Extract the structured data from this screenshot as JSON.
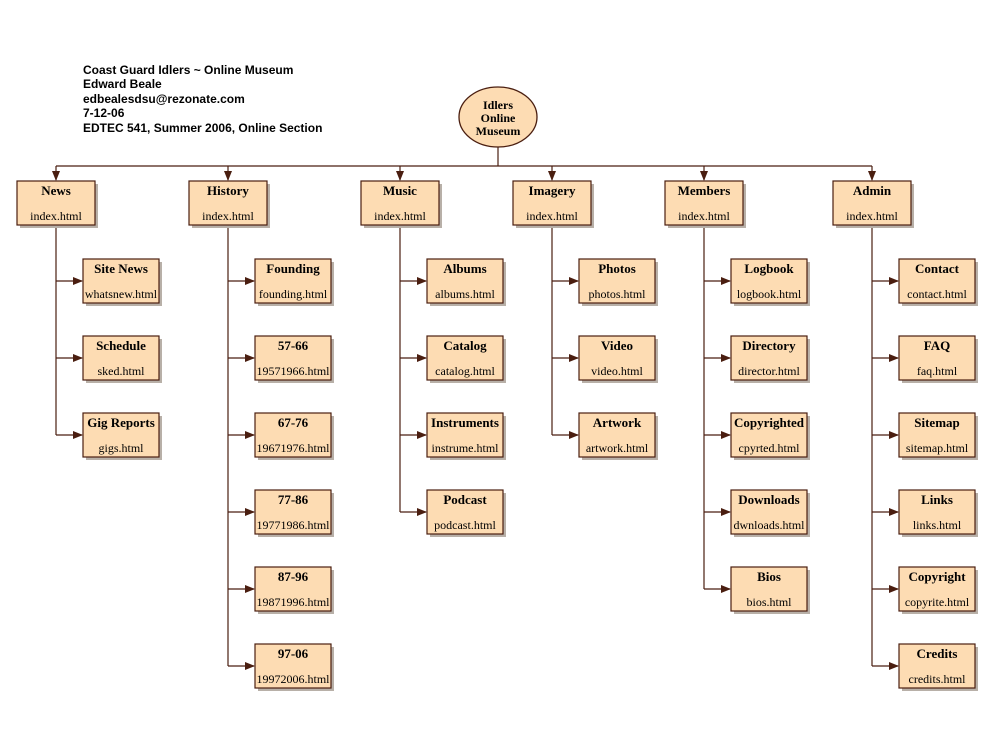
{
  "header": {
    "lines": [
      "Coast Guard Idlers ~ Online Museum",
      "Edward Beale",
      "edbealesdsu@rezonate.com",
      "7-12-06",
      "EDTEC 541, Summer 2006, Online Section"
    ]
  },
  "root": {
    "lines": [
      "Idlers",
      "Online",
      "Museum"
    ]
  },
  "sections": [
    {
      "title": "News",
      "file": "index.html",
      "children": [
        {
          "title": "Site News",
          "file": "whatsnew.html"
        },
        {
          "title": "Schedule",
          "file": "sked.html"
        },
        {
          "title": "Gig Reports",
          "file": "gigs.html"
        }
      ]
    },
    {
      "title": "History",
      "file": "index.html",
      "children": [
        {
          "title": "Founding",
          "file": "founding.html"
        },
        {
          "title": "57-66",
          "file": "19571966.html"
        },
        {
          "title": "67-76",
          "file": "19671976.html"
        },
        {
          "title": "77-86",
          "file": "19771986.html"
        },
        {
          "title": "87-96",
          "file": "19871996.html"
        },
        {
          "title": "97-06",
          "file": "19972006.html"
        }
      ]
    },
    {
      "title": "Music",
      "file": "index.html",
      "children": [
        {
          "title": "Albums",
          "file": "albums.html"
        },
        {
          "title": "Catalog",
          "file": "catalog.html"
        },
        {
          "title": "Instruments",
          "file": "instrume.html"
        },
        {
          "title": "Podcast",
          "file": "podcast.html"
        }
      ]
    },
    {
      "title": "Imagery",
      "file": "index.html",
      "children": [
        {
          "title": "Photos",
          "file": "photos.html"
        },
        {
          "title": "Video",
          "file": "video.html"
        },
        {
          "title": "Artwork",
          "file": "artwork.html"
        }
      ]
    },
    {
      "title": "Members",
      "file": "index.html",
      "children": [
        {
          "title": "Logbook",
          "file": "logbook.html"
        },
        {
          "title": "Directory",
          "file": "director.html"
        },
        {
          "title": "Copyrighted",
          "file": "cpyrted.html"
        },
        {
          "title": "Downloads",
          "file": "dwnloads.html"
        },
        {
          "title": "Bios",
          "file": "bios.html"
        }
      ]
    },
    {
      "title": "Admin",
      "file": "index.html",
      "children": [
        {
          "title": "Contact",
          "file": "contact.html"
        },
        {
          "title": "FAQ",
          "file": "faq.html"
        },
        {
          "title": "Sitemap",
          "file": "sitemap.html"
        },
        {
          "title": "Links",
          "file": "links.html"
        },
        {
          "title": "Copyright",
          "file": "copyrite.html"
        },
        {
          "title": "Credits",
          "file": "credits.html"
        }
      ]
    }
  ],
  "colors": {
    "box_fill": "#fddcb3",
    "box_border": "#4a1e10",
    "connector": "#4a1e10",
    "shadow": "#b8b0a8"
  }
}
